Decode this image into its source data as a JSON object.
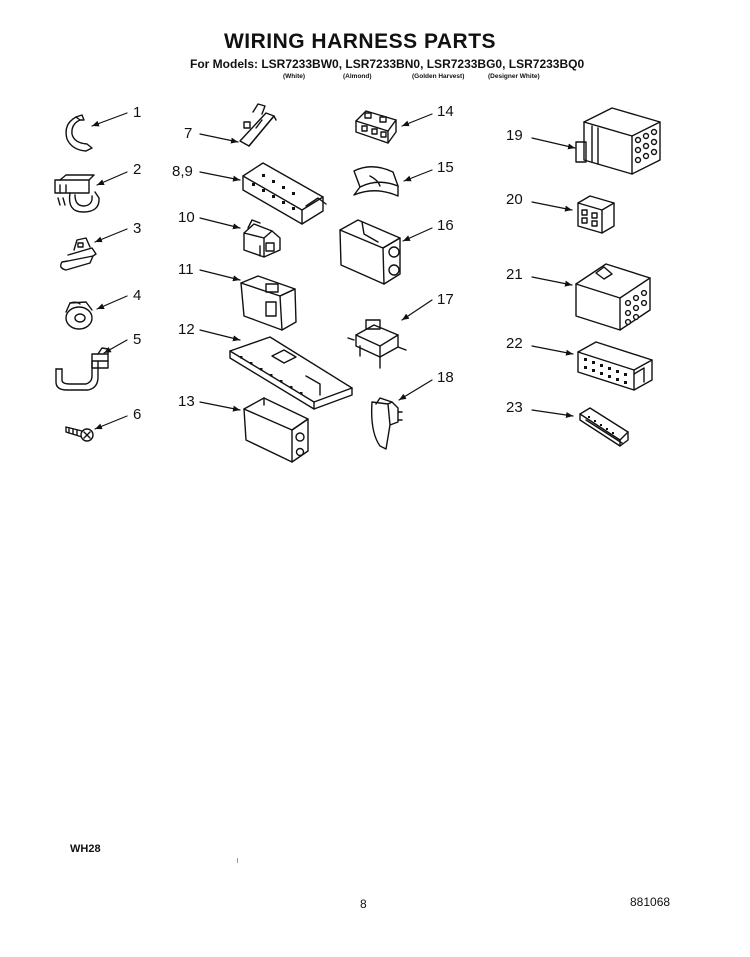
{
  "header": {
    "title": "WIRING HARNESS PARTS",
    "models_line": "For Models: LSR7233BW0, LSR7233BN0, LSR7233BG0, LSR7233BQ0",
    "color_notes": [
      "(White)",
      "(Almond)",
      "(Golden Harvest)",
      "(Designer White)"
    ]
  },
  "parts": [
    {
      "id": "part-1",
      "label": "1"
    },
    {
      "id": "part-2",
      "label": "2"
    },
    {
      "id": "part-3",
      "label": "3"
    },
    {
      "id": "part-4",
      "label": "4"
    },
    {
      "id": "part-5",
      "label": "5"
    },
    {
      "id": "part-6",
      "label": "6"
    },
    {
      "id": "part-7",
      "label": "7"
    },
    {
      "id": "part-8-9",
      "label": "8,9"
    },
    {
      "id": "part-10",
      "label": "10"
    },
    {
      "id": "part-11",
      "label": "11"
    },
    {
      "id": "part-12",
      "label": "12"
    },
    {
      "id": "part-13",
      "label": "13"
    },
    {
      "id": "part-14",
      "label": "14"
    },
    {
      "id": "part-15",
      "label": "15"
    },
    {
      "id": "part-16",
      "label": "16"
    },
    {
      "id": "part-17",
      "label": "17"
    },
    {
      "id": "part-18",
      "label": "18"
    },
    {
      "id": "part-19",
      "label": "19"
    },
    {
      "id": "part-20",
      "label": "20"
    },
    {
      "id": "part-21",
      "label": "21"
    },
    {
      "id": "part-22",
      "label": "22"
    },
    {
      "id": "part-23",
      "label": "23"
    }
  ],
  "footer": {
    "section_code": "WH28",
    "page_number": "8",
    "document_number": "881068"
  }
}
